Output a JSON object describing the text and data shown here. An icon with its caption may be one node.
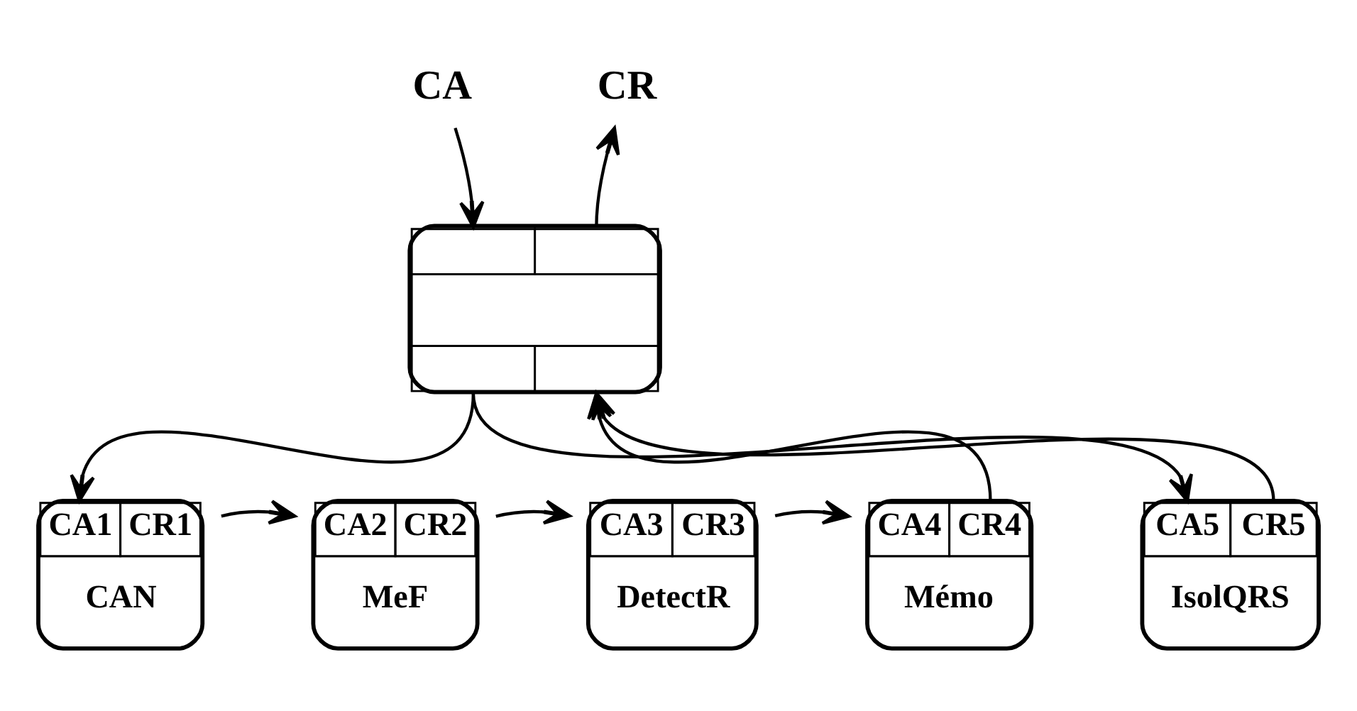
{
  "diagram": {
    "nodes": [
      {
        "text": [
          "CA"
        ]
      },
      {
        "text": [
          "CR"
        ]
      },
      {
        "text": [],
        "shape": "box"
      },
      {
        "text": [
          "CA1",
          "CR1",
          "CAN"
        ]
      },
      {
        "text": [
          "CA2",
          "CR2",
          "MeF"
        ]
      },
      {
        "text": [
          "CA3",
          "CR3",
          "DetectR"
        ]
      },
      {
        "text": [
          "CA4",
          "CR4",
          "Mémo"
        ]
      },
      {
        "text": [
          "CA5",
          "CR5",
          "IsolQRS"
        ]
      }
    ],
    "edges": [
      {
        "from": 0,
        "to": 2,
        "arrow": "to"
      },
      {
        "from": 2,
        "to": 1,
        "arrow": "to"
      },
      {
        "from": 2,
        "to": 3,
        "arrow": "to"
      },
      {
        "from": 3,
        "to": 4,
        "arrow": "to"
      },
      {
        "from": 4,
        "to": 5,
        "arrow": "to"
      },
      {
        "from": 5,
        "to": 6,
        "arrow": "to"
      },
      {
        "from": 2,
        "to": 7,
        "arrow": "to"
      },
      {
        "from": 6,
        "to": 2,
        "arrow": "to"
      },
      {
        "from": 7,
        "to": 2,
        "arrow": "to"
      }
    ]
  }
}
